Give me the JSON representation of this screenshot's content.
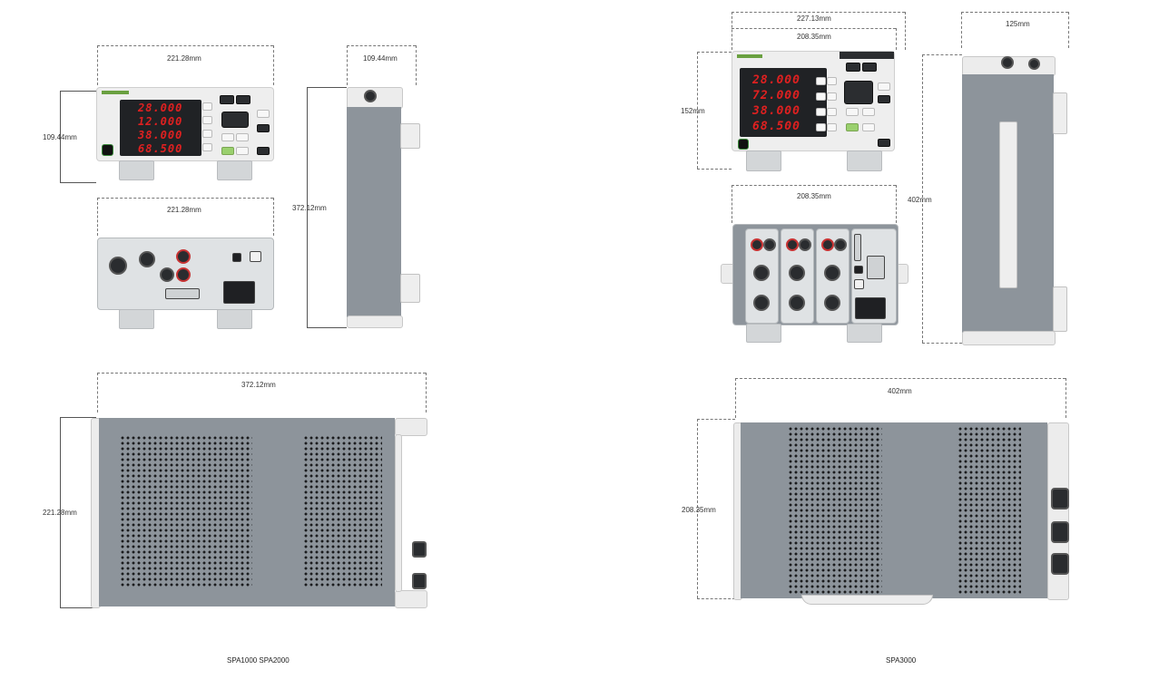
{
  "models": {
    "left_caption": "SPA1000   SPA2000",
    "right_caption": "SPA3000"
  },
  "spa1000": {
    "front_width": "221.28mm",
    "front_height": "109.44mm",
    "rear_width": "221.28mm",
    "side_top_width": "109.44mm",
    "side_depth": "372.12mm",
    "top_depth": "372.12mm",
    "top_width": "221.28mm",
    "display_values": [
      "28.000",
      "12.000",
      "38.000",
      "68.500"
    ]
  },
  "spa3000": {
    "front_outer_width": "227.13mm",
    "front_inner_width": "208.35mm",
    "front_height": "152mm",
    "rear_width": "208.35mm",
    "side_top_width": "125mm",
    "side_depth": "402mm",
    "top_depth": "402mm",
    "top_width": "208.35mm",
    "display_values": [
      "28.000",
      "72.000",
      "38.000",
      "68.500"
    ]
  },
  "colors": {
    "panel": "#eeeeee",
    "body": "#8d949b",
    "display_digit": "#e02020",
    "accent_green": "#9ad06e"
  }
}
